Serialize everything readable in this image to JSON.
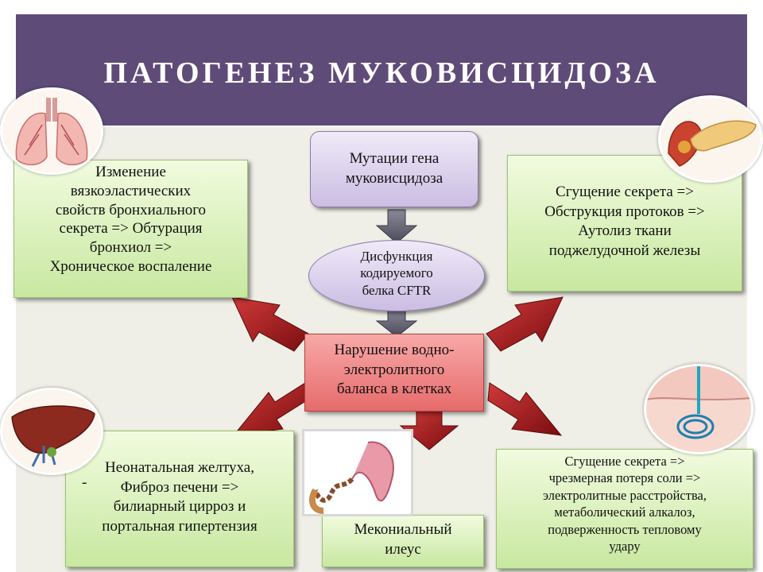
{
  "title": "ПАТОГЕНЕЗ МУКОВИСЦИДОЗА",
  "center_top": {
    "lines": [
      "Мутации гена",
      "муковисцидоза"
    ]
  },
  "center_mid": {
    "lines": [
      "Дисфункция",
      "кодируемого",
      "белка CFTR"
    ]
  },
  "center_core": {
    "lines": [
      "Нарушение водно-",
      "электролитного",
      "баланса в клетках"
    ]
  },
  "lungs_box": {
    "lines": [
      "Изменение",
      "вязкоэластических",
      "свойств бронхиального",
      "секрета =>  Обтурация",
      "бронхиол =>",
      "Хроническое воспаление"
    ]
  },
  "pancreas_box": {
    "lines": [
      "Сгущение секрета =>",
      "Обструкция протоков =>",
      "Аутолиз ткани",
      "поджелудочной железы"
    ]
  },
  "liver_box": {
    "lines": [
      "Неонатальная желтуха,",
      "Фиброз печени =>",
      "билиарный цирроз и",
      "портальная гипертензия"
    ],
    "bullet": "-"
  },
  "intestine_box": {
    "lines": [
      "Мекониальный",
      "илеус"
    ]
  },
  "sweat_box": {
    "lines": [
      "Сгущение секрета =>",
      "чрезмерная потеря соли =>",
      "электролитные расстройства,",
      "метаболический алкалоз,",
      "подверженность тепловому",
      "удару"
    ]
  },
  "colors": {
    "title_bar": "#5f4b78",
    "green_box": "#d9f0b8",
    "lavender": "#d9cdea",
    "red_box": "#ef8a8a",
    "arrow_red": "#a3161b",
    "arrow_gray": "#5a5a6a"
  }
}
